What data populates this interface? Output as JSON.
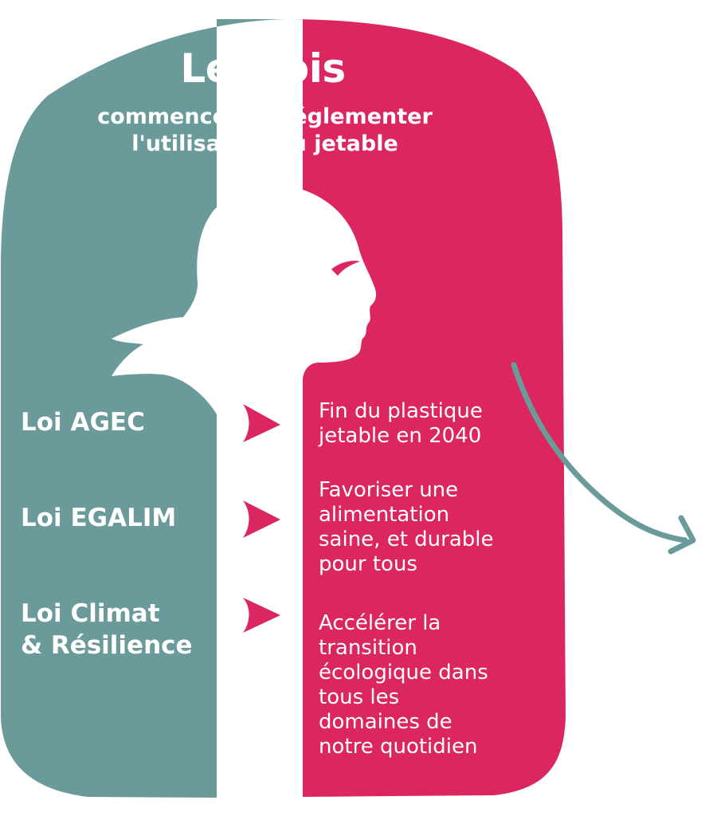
{
  "header": {
    "title": "Les lois",
    "subtitle_line1": "commencent à réglementer",
    "subtitle_line2": "l'utilisation du jetable"
  },
  "laws": [
    {
      "name_line1": "Loi AGEC",
      "name_line2": "",
      "description_lines": [
        "Fin du plastique",
        "jetable en 2040"
      ]
    },
    {
      "name_line1": "Loi EGALIM",
      "name_line2": "",
      "description_lines": [
        "Favoriser une",
        "alimentation",
        "saine, et durable",
        "pour tous"
      ]
    },
    {
      "name_line1": "Loi Climat",
      "name_line2": "& Résilience",
      "description_lines": [
        "Accélérer la",
        "transition",
        "écologique dans",
        "tous les",
        "domaines de",
        "notre quotidien"
      ]
    }
  ],
  "colors": {
    "teal": "#6a9a99",
    "crimson": "#dc2660",
    "white": "#ffffff"
  },
  "icons": {
    "silhouette": "marianne-profile-icon",
    "arrow": "chevron-right-icon",
    "curved_arrow": "curved-arrow-icon"
  }
}
